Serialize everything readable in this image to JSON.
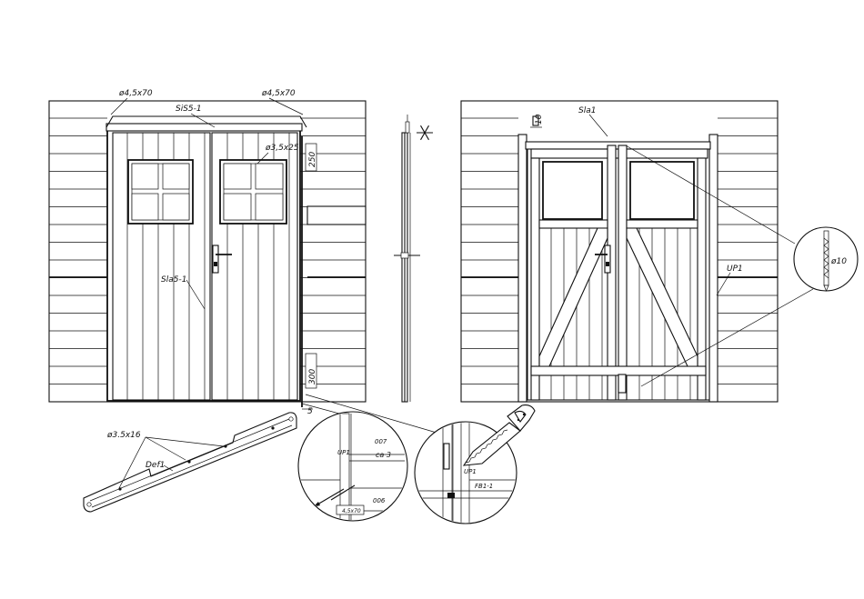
{
  "labels": {
    "screw_left": "ø4,5x70",
    "screw_right": "ø4,5x70",
    "top_rail_front": "SiS5-1",
    "window_screw": "ø3,5x25",
    "dim_250": "250",
    "door_panel": "Sla5-1",
    "dim_300": "300",
    "dim_5": "5",
    "top_rail_back": "Sla1",
    "dim_10": "10",
    "drill": "ø10",
    "post": "UP1",
    "strip_screw": "ø3.5x16",
    "strip_part": "Def1",
    "det_up1": "UP1",
    "det_007": "007",
    "det_ca3": "ca 3",
    "det_006": "006",
    "det_size": "4,5x70",
    "det2_up1": "UP1",
    "det2_fb": "FB1-1"
  },
  "colors": {
    "ink": "#111111",
    "paper": "#ffffff",
    "shade": "#9a9a9a"
  }
}
